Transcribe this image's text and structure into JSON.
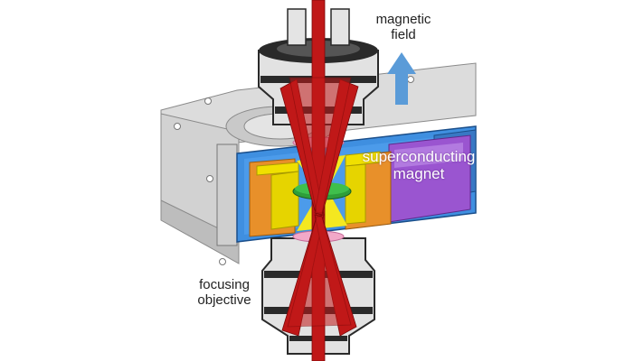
{
  "labels": {
    "magnetic_field": [
      "magnetic",
      "field"
    ],
    "superconducting_magnet": [
      "superconducting",
      "magnet"
    ],
    "focusing_objective": [
      "focusing",
      "objective"
    ]
  },
  "colors": {
    "background": "#ffffff",
    "housing_gray": "#d6d6d6",
    "housing_dark": "#2a2a2a",
    "cryostat_blue": "#3f8fe0",
    "magnet_orange": "#e8902a",
    "pole_yellow": "#f0e000",
    "coil_purple": "#9a55d0",
    "sample_green": "#2e9e3a",
    "laser_red": "#c01818",
    "window_pink": "#f2a8c8",
    "field_arrow": "#5a9bd8"
  }
}
